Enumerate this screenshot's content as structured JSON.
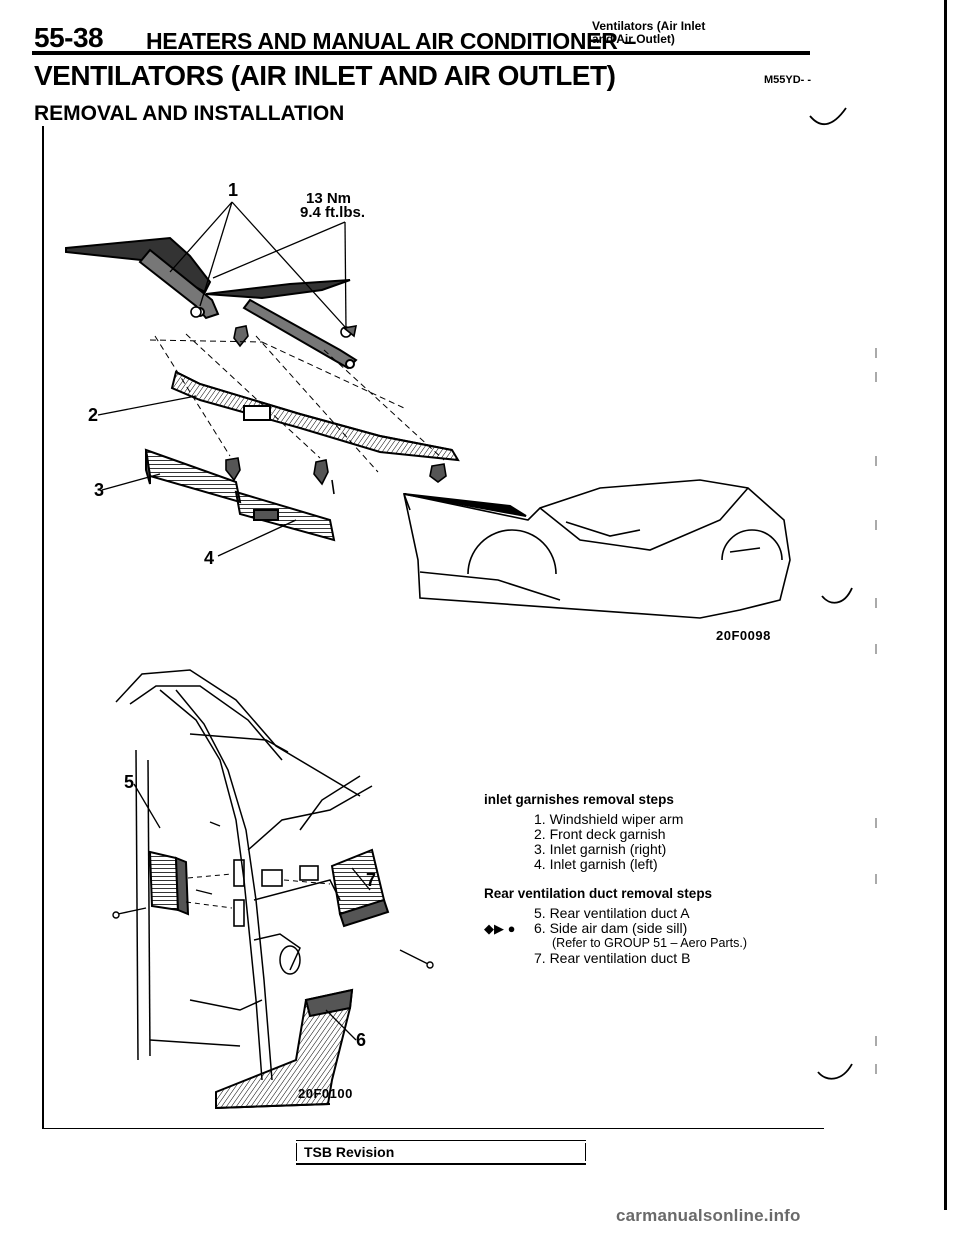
{
  "header": {
    "page_number": "55-38",
    "title": "HEATERS AND MANUAL AIR CONDITIONER –",
    "subtitle_line1": "Ventilators (Air Inlet",
    "subtitle_line2": "and Air Outlet)"
  },
  "section": {
    "title": "VENTILATORS (AIR INLET AND AIR OUTLET)",
    "code": "M55YD- -",
    "subtitle": "REMOVAL AND INSTALLATION"
  },
  "figure_top": {
    "callouts": [
      "1",
      "2",
      "3",
      "4"
    ],
    "torque_nm": "13 Nm",
    "torque_ftlbs": "9.4 ft.lbs.",
    "figure_code": "20F0098"
  },
  "figure_bottom": {
    "callouts": [
      "5",
      "6",
      "7"
    ],
    "figure_code": "20F0100"
  },
  "inlet_steps": {
    "heading": "inlet garnishes removal steps",
    "items": [
      "1. Windshield wiper arm",
      "2. Front deck garnish",
      "3. Inlet garnish (right)",
      "4. Inlet garnish (left)"
    ]
  },
  "rear_steps": {
    "heading": "Rear ventilation duct removal steps",
    "items": [
      "5. Rear ventilation duct A",
      "6. Side air dam (side sill)",
      "7. Rear ventilation duct B"
    ],
    "item6_mark": "◆▶ ●",
    "item6_note": "(Refer to GROUP 51 – Aero Parts.)"
  },
  "footer": {
    "tsb": "TSB Revision",
    "watermark": "carmanualsonline.info"
  }
}
